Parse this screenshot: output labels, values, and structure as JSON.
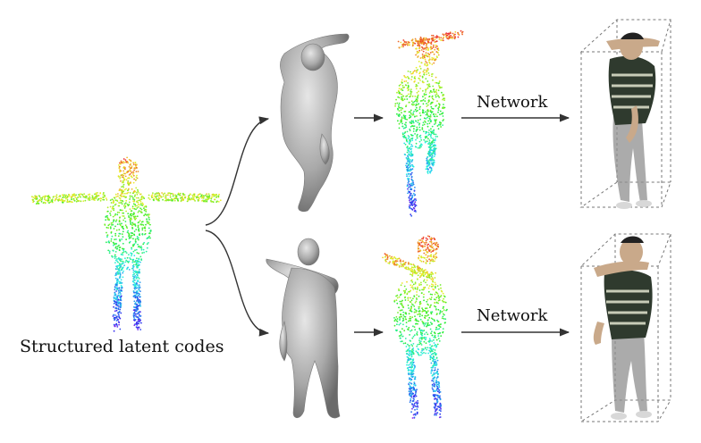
{
  "caption": "Structured latent codes",
  "rows": [
    {
      "network_label": "Network"
    },
    {
      "network_label": "Network"
    }
  ],
  "colors": {
    "arrow": "#333333",
    "mesh": "#a8a8a8",
    "mesh_shadow": "#6e6e6e",
    "box": "#777777",
    "shirt": "#2f3a2e",
    "stripe": "#d9dcc8",
    "pants": "#8a8a8a",
    "skin": "#c9a98a",
    "hair": "#222222"
  }
}
